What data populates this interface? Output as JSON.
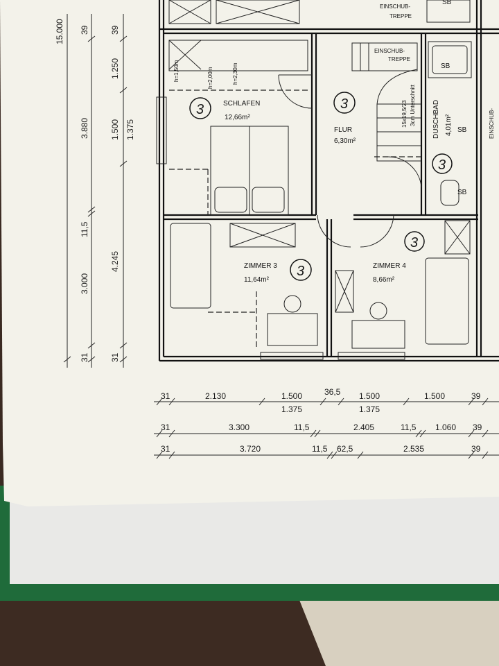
{
  "rooms": {
    "schlafen": {
      "name": "SCHLAFEN",
      "area": "12,66m²",
      "num": "3"
    },
    "flur": {
      "name": "FLUR",
      "area": "6,30m²",
      "num": "3"
    },
    "duschbad": {
      "name": "DUSCHBAD",
      "area": "4,01m²",
      "num": "3"
    },
    "zimmer3": {
      "name": "ZIMMER 3",
      "area": "11,64m²",
      "num": "3"
    },
    "zimmer4": {
      "name": "ZIMMER 4",
      "area": "8,66m²",
      "num": "3"
    }
  },
  "stair": {
    "top_label_1": "EINSCHUB-",
    "top_label_2": "TREPPE",
    "label_1": "EINSCHUB-",
    "label_2": "TREPPE",
    "steps": "15x19,5/23",
    "note": "3cm Unterschnitt"
  },
  "fixtures": {
    "sb1": "SB",
    "sb2": "SB",
    "sb3": "SB",
    "sb_top": "SB",
    "right_cut": "EINSCHUB-"
  },
  "heights": {
    "h1": "h=1,50m",
    "h2": "h=2,00m",
    "h3": "h=2,30m"
  },
  "vertical_dims": {
    "outer_total": "15.000",
    "col1": [
      "3.880",
      "11,5",
      "3.000",
      "31"
    ],
    "col1_top": "39",
    "col2_top": "39",
    "col2": [
      "1.250",
      "1.500",
      "1.375",
      "4.245",
      "31"
    ]
  },
  "horizontal_dims": {
    "row1": [
      "31",
      "2.130",
      "1.500",
      "1.375",
      "36,5",
      "1.500",
      "1.375",
      "1.500",
      "39"
    ],
    "row2": [
      "31",
      "3.300",
      "11,5",
      "2.405",
      "11,5",
      "1.060",
      "39"
    ],
    "row3": [
      "31",
      "3.720",
      "11,5",
      "62,5",
      "2.535",
      "39"
    ]
  }
}
